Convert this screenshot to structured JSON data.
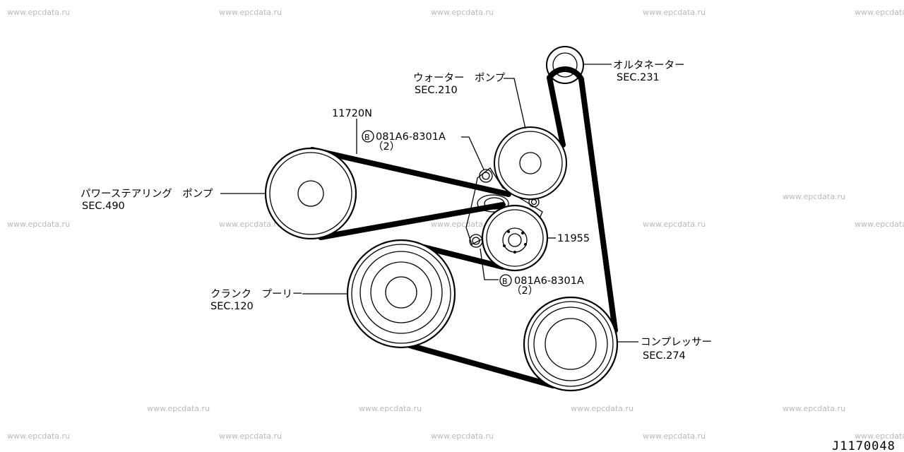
{
  "watermark": "www.epcdata.ru",
  "diagram_code": "J1170048",
  "labels": {
    "alternator": {
      "name": "オルタネーター",
      "sec": "SEC.231"
    },
    "water_pump": {
      "name": "ウォーター　ポンプ",
      "sec": "SEC.210"
    },
    "belt_part": "11720N",
    "bolt_upper": {
      "part": "081A6-8301A",
      "qty": "（2）",
      "marker": "B"
    },
    "power_steering": {
      "name": "パワーステアリング　ポンプ",
      "sec": "SEC.490"
    },
    "tensioner_part": "11955",
    "bolt_lower": {
      "part": "081A6-8301A",
      "qty": "（2）",
      "marker": "B"
    },
    "crank_pulley": {
      "name": "クランク　プーリー",
      "sec": "SEC.120"
    },
    "compressor": {
      "name": "コンプレッサー",
      "sec": "SEC.274"
    }
  }
}
